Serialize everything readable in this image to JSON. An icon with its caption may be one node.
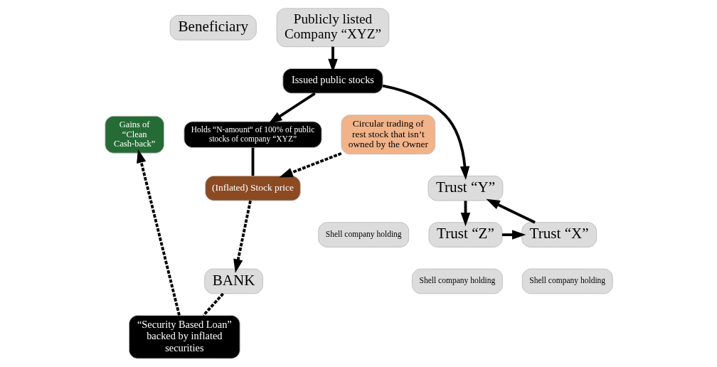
{
  "diagram": {
    "nodes": [
      {
        "text": [
          "Beneficiary"
        ]
      },
      {
        "text": [
          "Gains of “Clean Cash-back”"
        ]
      },
      {
        "text": [
          "Holds “N-amount“ of 100% of public stocks of company “XYZ”"
        ]
      },
      {
        "text": [
          "Publicly listed",
          "Company “XYZ”"
        ]
      },
      {
        "text": [
          "Issued public stocks"
        ]
      },
      {
        "text": [
          "(Inflated) Stock price"
        ]
      },
      {
        "text": [
          "Trust “Y”"
        ]
      },
      {
        "text": [
          "Shell company holding"
        ]
      },
      {
        "text": [
          "“Security Based Loan” backed by inflated securities"
        ]
      },
      {
        "text": [
          "Circular trading of rest stock that isn’t owned by the Owner"
        ]
      },
      {
        "text": [
          "Trust “X”"
        ]
      },
      {
        "text": [
          "Shell company holding"
        ]
      },
      {
        "text": [
          "Trust “Z”"
        ]
      },
      {
        "text": [
          "Shell company holding"
        ]
      },
      {
        "text": [
          "BANK"
        ]
      }
    ],
    "edges": [
      {
        "from": 3,
        "to": 4,
        "arrow": "to"
      },
      {
        "from": 4,
        "to": 2,
        "arrow": "to"
      },
      {
        "from": 4,
        "to": 6,
        "arrow": "to"
      },
      {
        "from": 6,
        "to": 12,
        "arrow": "to"
      },
      {
        "from": 12,
        "to": 10,
        "arrow": "to"
      },
      {
        "from": 10,
        "to": 6,
        "arrow": "to"
      },
      {
        "from": 9,
        "to": 5,
        "arrow": "to",
        "style": "dashed"
      },
      {
        "from": 2,
        "to": 5,
        "arrow": "none"
      },
      {
        "from": 5,
        "to": 14,
        "arrow": "to",
        "style": "dashed"
      },
      {
        "from": 14,
        "to": 8,
        "arrow": "none",
        "style": "dashed"
      },
      {
        "from": 8,
        "to": 1,
        "arrow": "to",
        "style": "dashed"
      }
    ]
  }
}
